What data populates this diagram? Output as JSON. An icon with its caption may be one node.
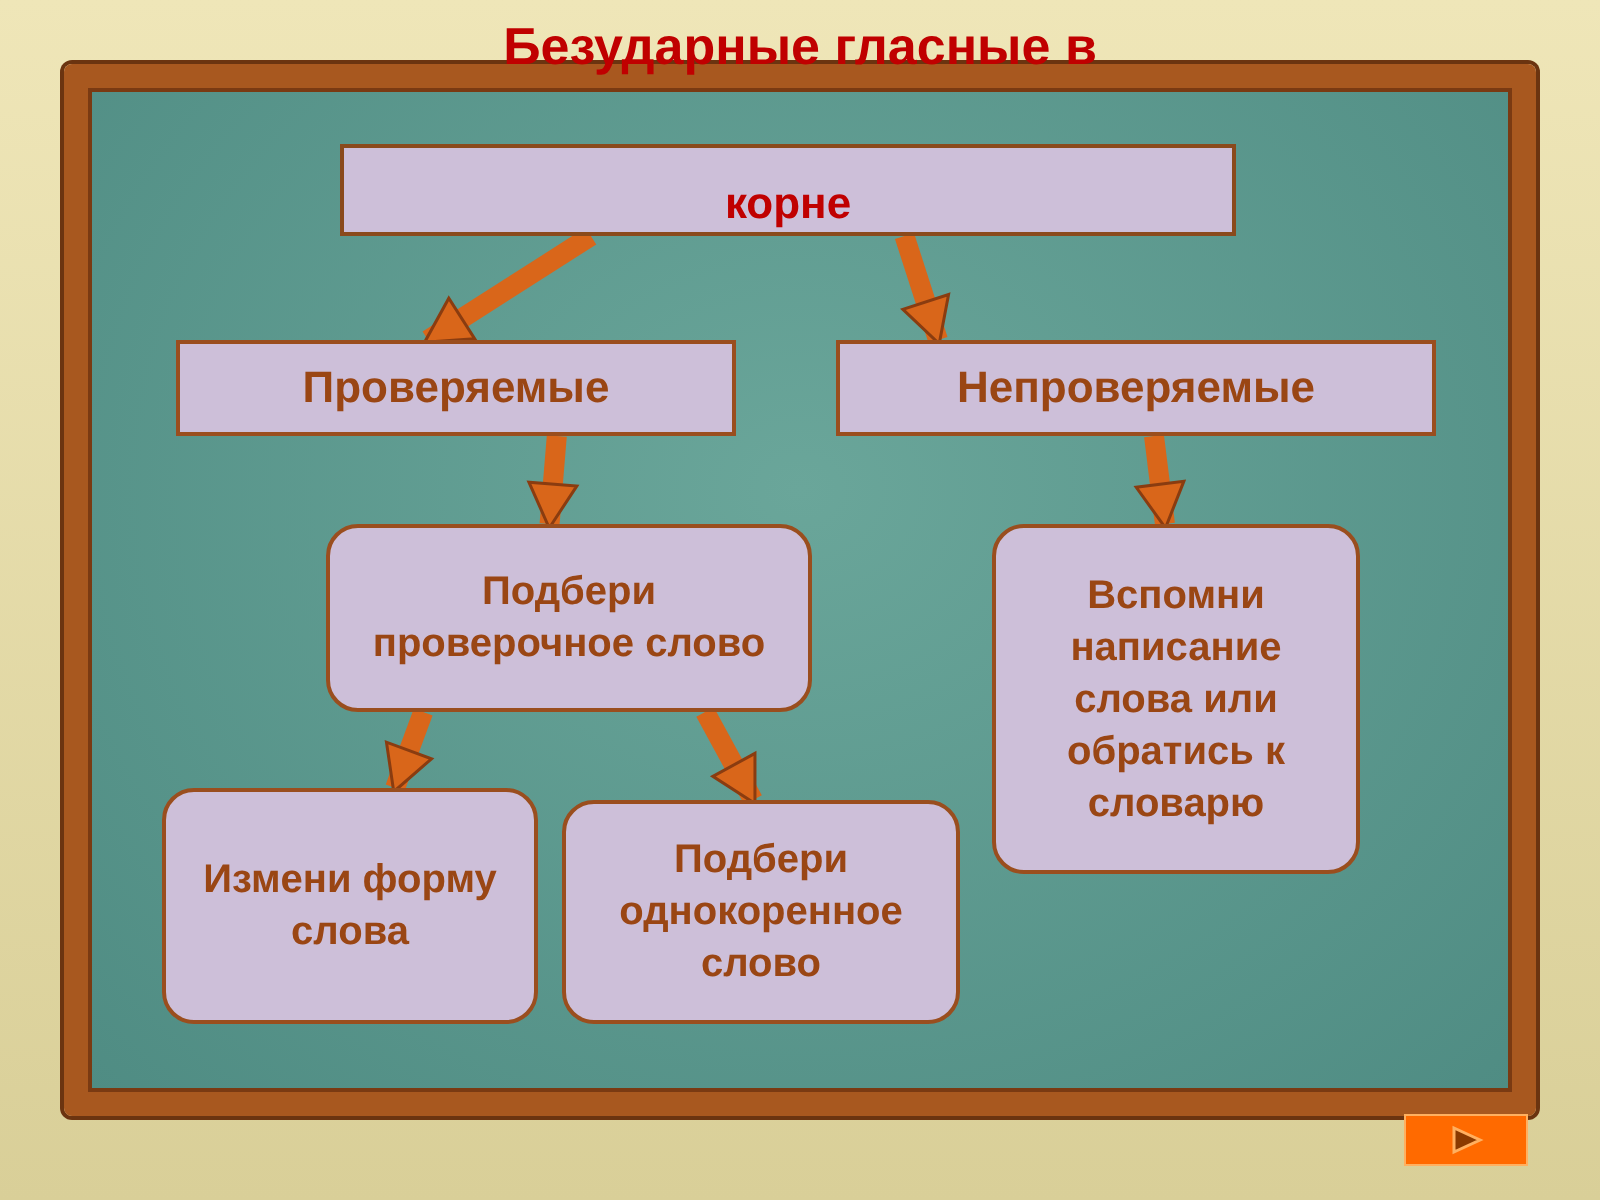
{
  "diagram": {
    "title": "Безударные гласные в",
    "nodes": [
      {
        "text": [
          "корне"
        ]
      },
      {
        "text": [
          "Проверяемые"
        ]
      },
      {
        "text": [
          "Непроверяемые"
        ]
      },
      {
        "text": [
          "Подбери проверочное слово"
        ]
      },
      {
        "text": [
          "Вспомни написание слова или обратись к словарю"
        ]
      },
      {
        "text": [
          "Измени форму слова"
        ]
      },
      {
        "text": [
          "Подбери однокоренное слово"
        ]
      }
    ],
    "edges": [
      {
        "from": 0,
        "to": 1,
        "arrow": "to"
      },
      {
        "from": 0,
        "to": 2,
        "arrow": "to"
      },
      {
        "from": 1,
        "to": 3,
        "arrow": "to"
      },
      {
        "from": 2,
        "to": 4,
        "arrow": "to"
      },
      {
        "from": 3,
        "to": 5,
        "arrow": "to"
      },
      {
        "from": 3,
        "to": 6,
        "arrow": "to"
      }
    ]
  }
}
